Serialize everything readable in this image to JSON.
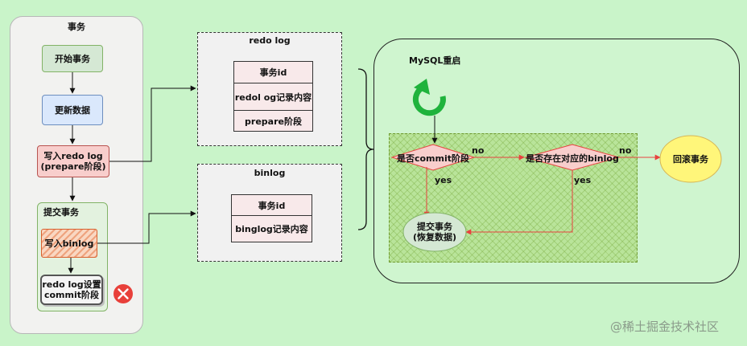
{
  "transaction_panel": {
    "title": "事务",
    "start": "开始事务",
    "update": "更新数据",
    "write_redo_line1": "写入redo log",
    "write_redo_line2": "(prepare阶段)",
    "commit_group_title": "提交事务",
    "write_binlog": "写入binlog",
    "set_commit_line1": "redo log设置",
    "set_commit_line2": "commit阶段"
  },
  "redo_log": {
    "title": "redo log",
    "rows": [
      "事务id",
      "redol og记录内容",
      "prepare阶段"
    ]
  },
  "binlog": {
    "title": "binlog",
    "rows": [
      "事务id",
      "binglog记录内容"
    ]
  },
  "restart_panel": {
    "title": "MySQL重启",
    "decision1": "是否commit阶段",
    "decision2": "是否存在对应的binlog",
    "no_label_1": "no",
    "no_label_2": "no",
    "yes_label_1": "yes",
    "yes_label_2": "yes",
    "commit_line1": "提交事务",
    "commit_line2": "(恢复数据)",
    "rollback": "回滚事务"
  },
  "watermark": "@稀土掘金技术社区",
  "colors": {
    "background": "#c9f4c9",
    "green_fill": "#d5e8d4",
    "blue_fill": "#dae8fc",
    "red_fill": "#f8cecc",
    "error_red": "#e8403a",
    "rollback_yellow": "#fff67a",
    "flow_red": "#e8423f",
    "restart_icon": "#1fb33c"
  },
  "icons": {
    "error": "close-circle-icon",
    "restart": "refresh-icon"
  }
}
